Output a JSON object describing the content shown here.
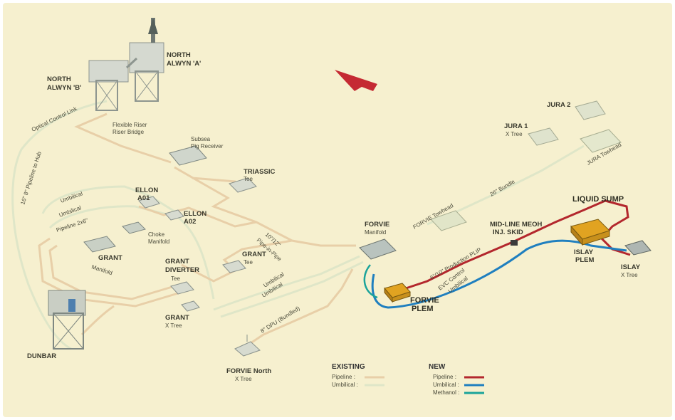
{
  "colors": {
    "background": "#f6f0cf",
    "existing_pipeline": "#e8cfa8",
    "existing_umbilical": "#dfe6c8",
    "new_pipeline": "#b3272d",
    "new_umbilical": "#1f7fbf",
    "new_methanol": "#1aa39a",
    "structure": "#9aa6a0",
    "plem": "#e1a321",
    "arrow": "#c52a33"
  },
  "labels": {
    "north_alwyn_a": [
      "NORTH",
      "ALWYN 'A'"
    ],
    "north_alwyn_b": [
      "NORTH",
      "ALWYN 'B'"
    ],
    "flexible_riser": [
      "Flexible Riser",
      "Riser Bridge"
    ],
    "optical_link": "Optical Control Link",
    "pipeline_to_hub": "16\" 8\" Pipeline to Hub",
    "subsea_pig": [
      "Subsea",
      "Pig Receiver"
    ],
    "triassic": [
      "TRIASSIC",
      "Tee"
    ],
    "ellon_a01": [
      "ELLON",
      "A01"
    ],
    "ellon_a02": [
      "ELLON",
      "A02"
    ],
    "choke_manifold": [
      "Choke",
      "Manifold"
    ],
    "grant_manifold": [
      "GRANT",
      "Manifold"
    ],
    "grant_diverter": [
      "GRANT",
      "DIVERTER",
      "Tee"
    ],
    "grant_tee": [
      "GRANT",
      "Tee"
    ],
    "grant_xtree": [
      "GRANT",
      "X Tree"
    ],
    "dunbar": "DUNBAR",
    "umbilical_1": "Umbilical",
    "umbilical_2": "Umbilical",
    "pipeline_2x6": "Pipeline 2x6\"",
    "pipe_in_pipe": [
      "10\"/12\"",
      "Pipe-in-Pipe"
    ],
    "umbilical_3": "Umbilical",
    "umbilical_4": "Umbilical",
    "dpu": "8\" DPU (Bundled)",
    "forvie_north": [
      "FORVIE North",
      "X Tree"
    ],
    "forvie_manifold": [
      "FORVIE",
      "Manifold"
    ],
    "forvie_towhead": "FORVIE Towhead",
    "bundle_26": "26\" Bundle",
    "jura1": [
      "JURA 1",
      "X Tree"
    ],
    "jura2": "JURA 2",
    "jura_towhead": "JURA Towhead",
    "liquid_sump": "LIQUID SUMP",
    "midline": [
      "MID-LINE MEOH",
      "INJ. SKID"
    ],
    "production_pip": "6\"/10\" Production PLIP",
    "evc_umbilical": [
      "EVC Control",
      "Umbilical"
    ],
    "islay_plem": [
      "ISLAY",
      "PLEM"
    ],
    "islay_xtree": [
      "ISLAY",
      "X Tree"
    ],
    "forvie_plem": [
      "FORVIE",
      "PLEM"
    ]
  },
  "legend": {
    "existing_title": "EXISTING",
    "existing_pipeline": "Pipeline :",
    "existing_umbilical": "Umbilical :",
    "new_title": "NEW",
    "new_pipeline": "Pipeline :",
    "new_umbilical": "Umbilical :",
    "new_methanol": "Methanol :"
  }
}
